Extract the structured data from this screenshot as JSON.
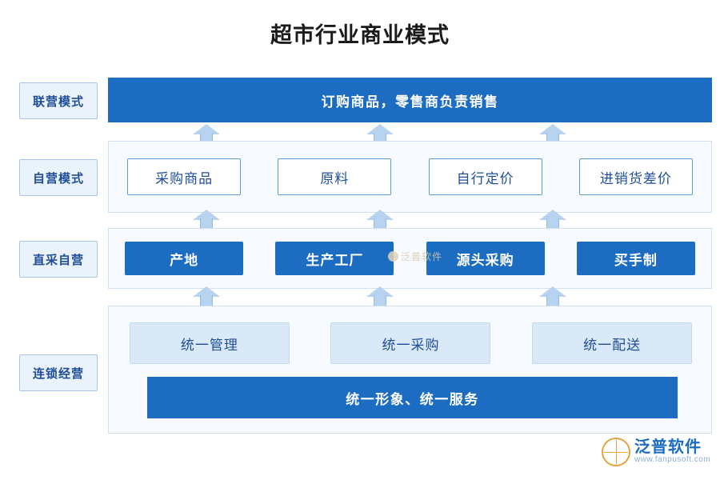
{
  "title": "超市行业商业模式",
  "rows": [
    {
      "label": "联营模式",
      "band_text": "订购商品，零售商负责销售"
    },
    {
      "label": "自营模式",
      "items": [
        "采购商品",
        "原料",
        "自行定价",
        "进销货差价"
      ]
    },
    {
      "label": "直采自营",
      "items": [
        "产地",
        "生产工厂",
        "源头采购",
        "买手制"
      ]
    },
    {
      "label": "连锁经营",
      "items": [
        "统一管理",
        "统一采购",
        "统一配送"
      ],
      "footer": "统一形象、统一服务"
    }
  ],
  "watermark": {
    "center": "泛普软件",
    "logo_name": "泛普软件",
    "logo_url": "www.fanpusoft.com"
  },
  "colors": {
    "primary": "#1c6dc1",
    "panel_bg": "#f7fbff",
    "panel_border": "#cfe0f2",
    "pale_box": "#dae9f8",
    "label_bg": "#eaf2fb",
    "arrow": "#b7d3ef",
    "logo_orange": "#e8a33d"
  }
}
